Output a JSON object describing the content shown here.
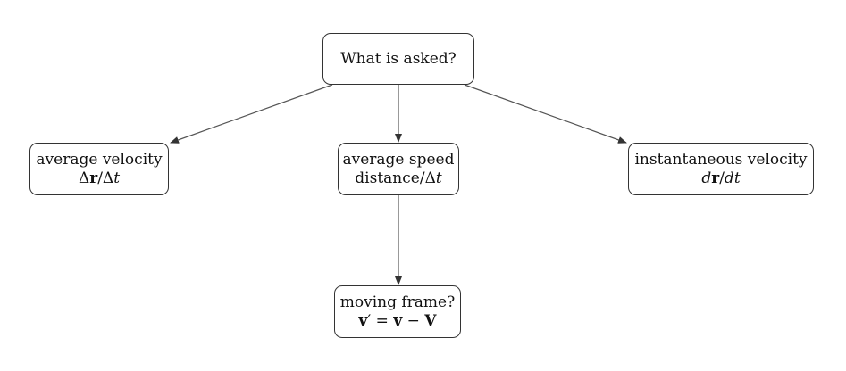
{
  "diagram": {
    "root": {
      "label": "What is asked?"
    },
    "nodes": [
      {
        "id": "average-velocity",
        "line1": "average velocity",
        "formula": "Δr/Δt"
      },
      {
        "id": "average-speed",
        "line1": "average speed",
        "formula": "distance/Δt"
      },
      {
        "id": "instantaneous-velocity",
        "line1": "instantaneous velocity",
        "formula": "dr/dt"
      },
      {
        "id": "moving-frame",
        "line1": "moving frame?",
        "formula": "v′ = v − V"
      }
    ],
    "edges": [
      {
        "from": "root",
        "to": "average-velocity"
      },
      {
        "from": "root",
        "to": "average-speed"
      },
      {
        "from": "root",
        "to": "instantaneous-velocity"
      },
      {
        "from": "average-speed",
        "to": "moving-frame"
      }
    ],
    "math_parts": {
      "delta": "Δ",
      "r": "r",
      "slash": "/",
      "t": "t",
      "distance": "distance",
      "d": "d",
      "v": "v",
      "prime": "′",
      "equals": " = ",
      "minus": " − ",
      "V": "V"
    },
    "colors": {
      "line": "#555555",
      "border": "#333333",
      "text": "#111111"
    }
  }
}
